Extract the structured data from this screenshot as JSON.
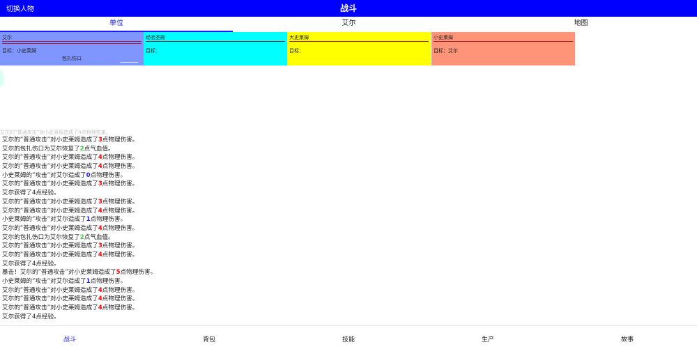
{
  "header": {
    "switch_label": "切换人物",
    "title": "战斗"
  },
  "tabs": [
    {
      "label": "单位"
    },
    {
      "label": "艾尔"
    },
    {
      "label": "地图"
    }
  ],
  "cards": [
    {
      "name": "艾尔",
      "target": "目标：小史莱姆",
      "status": "包扎伤口",
      "color": "#7f95ff"
    },
    {
      "name": "经验圣殿",
      "target": "目标：",
      "status": "",
      "color": "#00ffff"
    },
    {
      "name": "大史莱姆",
      "target": "目标：",
      "status": "",
      "color": "#ffff00"
    },
    {
      "name": "小史莱姆",
      "target": "目标：艾尔",
      "status": "",
      "color": "#ff9478"
    }
  ],
  "log": {
    "faded": "艾尔的“普通攻击”对小史莱姆造成了4点物理伤害。",
    "entries": [
      {
        "pre": "艾尔的”普通攻击”对小史莱姆造成了",
        "num": "3",
        "kind": "dmg",
        "post": "点物理伤害。"
      },
      {
        "pre": "艾尔的包扎伤口为艾尔恢复了",
        "num": "2",
        "kind": "heal",
        "post": "点气血值。"
      },
      {
        "pre": "艾尔的”普通攻击”对小史莱姆造成了",
        "num": "4",
        "kind": "dmg",
        "post": "点物理伤害。"
      },
      {
        "pre": "艾尔的”普通攻击”对小史莱姆造成了",
        "num": "4",
        "kind": "dmg",
        "post": "点物理伤害。"
      },
      {
        "pre": "小史莱姆的”攻击”对艾尔造成了",
        "num": "0",
        "kind": "zero",
        "post": "点物理伤害。"
      },
      {
        "pre": "艾尔的”普通攻击”对小史莱姆造成了",
        "num": "3",
        "kind": "dmg",
        "post": "点物理伤害。"
      },
      {
        "pre": "艾尔获得了4点经验。",
        "num": "",
        "kind": "none",
        "post": ""
      },
      {
        "pre": "艾尔的”普通攻击”对小史莱姆造成了",
        "num": "3",
        "kind": "dmg",
        "post": "点物理伤害。"
      },
      {
        "pre": "艾尔的”普通攻击”对小史莱姆造成了",
        "num": "4",
        "kind": "dmg",
        "post": "点物理伤害。"
      },
      {
        "pre": "小史莱姆的”攻击”对艾尔造成了",
        "num": "1",
        "kind": "zero",
        "post": "点物理伤害。"
      },
      {
        "pre": "艾尔的”普通攻击”对小史莱姆造成了",
        "num": "4",
        "kind": "dmg",
        "post": "点物理伤害。"
      },
      {
        "pre": "艾尔的包扎伤口为艾尔恢复了",
        "num": "2",
        "kind": "heal",
        "post": "点气血值。"
      },
      {
        "pre": "艾尔的”普通攻击”对小史莱姆造成了",
        "num": "3",
        "kind": "dmg",
        "post": "点物理伤害。"
      },
      {
        "pre": "艾尔的”普通攻击”对小史莱姆造成了",
        "num": "4",
        "kind": "dmg",
        "post": "点物理伤害。"
      },
      {
        "pre": "艾尔获得了4点经验。",
        "num": "",
        "kind": "none",
        "post": ""
      },
      {
        "pre": "暴击！艾尔的”普通攻击”对小史莱姆造成了",
        "num": "5",
        "kind": "dmg",
        "post": "点物理伤害。"
      },
      {
        "pre": "小史莱姆的”攻击”对艾尔造成了",
        "num": "1",
        "kind": "zero",
        "post": "点物理伤害。"
      },
      {
        "pre": "艾尔的”普通攻击”对小史莱姆造成了",
        "num": "4",
        "kind": "dmg",
        "post": "点物理伤害。"
      },
      {
        "pre": "艾尔的”普通攻击”对小史莱姆造成了",
        "num": "4",
        "kind": "dmg",
        "post": "点物理伤害。"
      },
      {
        "pre": "艾尔的”普通攻击”对小史莱姆造成了",
        "num": "4",
        "kind": "dmg",
        "post": "点物理伤害。"
      },
      {
        "pre": "艾尔获得了4点经验。",
        "num": "",
        "kind": "none",
        "post": ""
      }
    ]
  },
  "bottom_nav": [
    {
      "label": "战斗",
      "active": true
    },
    {
      "label": "背包",
      "active": false
    },
    {
      "label": "技能",
      "active": false
    },
    {
      "label": "生产",
      "active": false
    },
    {
      "label": "故事",
      "active": false
    }
  ],
  "colors": {
    "header": "#0000ff",
    "accent": "#1a1aff",
    "damage": "#ff0000",
    "heal": "#39d339"
  }
}
